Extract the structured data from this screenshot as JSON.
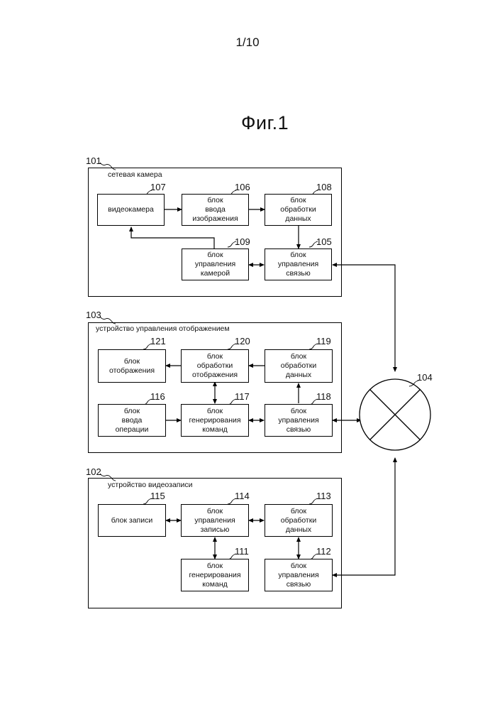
{
  "page_number": "1/10",
  "figure_title": "Фиг.1",
  "groups": {
    "camera": {
      "ref": "101",
      "label": "сетевая камера"
    },
    "display": {
      "ref": "103",
      "label": "устройство управления отображением"
    },
    "recorder": {
      "ref": "102",
      "label": "устройство видеозаписи"
    }
  },
  "network_ref": "104",
  "blocks": {
    "b107": {
      "ref": "107",
      "label": "видеокамера"
    },
    "b106": {
      "ref": "106",
      "label": "блок\nввода\nизображения"
    },
    "b108": {
      "ref": "108",
      "label": "блок\nобработки\nданных"
    },
    "b109": {
      "ref": "109",
      "label": "блок\nуправления\nкамерой"
    },
    "b105": {
      "ref": "105",
      "label": "блок\nуправления\nсвязью"
    },
    "b121": {
      "ref": "121",
      "label": "блок\nотображения"
    },
    "b120": {
      "ref": "120",
      "label": "блок\nобработки\nотображения"
    },
    "b119": {
      "ref": "119",
      "label": "блок\nобработки\nданных"
    },
    "b116": {
      "ref": "116",
      "label": "блок\nввода\nоперации"
    },
    "b117": {
      "ref": "117",
      "label": "блок\nгенерирования\nкоманд"
    },
    "b118": {
      "ref": "118",
      "label": "блок\nуправления\nсвязью"
    },
    "b115": {
      "ref": "115",
      "label": "блок записи"
    },
    "b114": {
      "ref": "114",
      "label": "блок\nуправления\nзаписью"
    },
    "b113": {
      "ref": "113",
      "label": "блок\nобработки\nданных"
    },
    "b111": {
      "ref": "111",
      "label": "блок\nгенерирования\nкоманд"
    },
    "b112": {
      "ref": "112",
      "label": "блок\nуправления\nсвязью"
    }
  }
}
